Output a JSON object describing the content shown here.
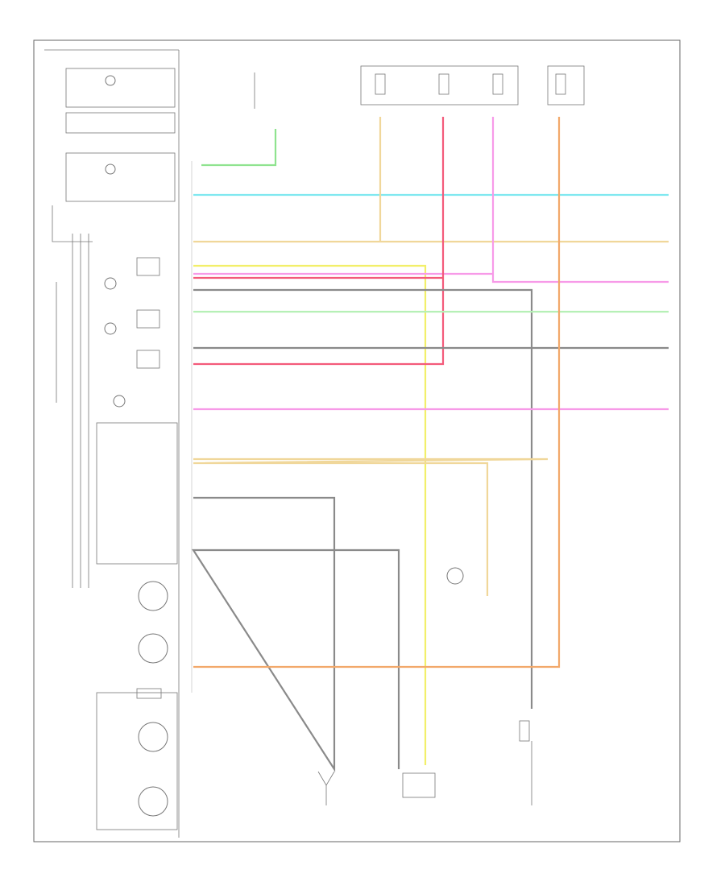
{
  "diagram": {
    "footer_label": "",
    "cluster_caption": ""
  },
  "colors": {
    "green": "#8fe38f",
    "cyan": "#7fe8f0",
    "tan": "#f0d79a",
    "yellow": "#f2ef6a",
    "pink": "#f79ae8",
    "red": "#f35a7a",
    "gray": "#8a8a8a",
    "orange": "#f2a86a",
    "lightgreen": "#b6f0b6"
  },
  "wires": [
    {
      "id": "w-green",
      "color": "green"
    },
    {
      "id": "w-cyan",
      "color": "cyan"
    },
    {
      "id": "w-tan",
      "color": "tan"
    },
    {
      "id": "w-yellow",
      "color": "yellow"
    },
    {
      "id": "w-pink1",
      "color": "pink"
    },
    {
      "id": "w-red",
      "color": "red"
    },
    {
      "id": "w-gray1",
      "color": "gray"
    },
    {
      "id": "w-lgreen",
      "color": "lightgreen"
    },
    {
      "id": "w-gray2",
      "color": "gray"
    },
    {
      "id": "w-pink2",
      "color": "pink"
    },
    {
      "id": "w-tan2",
      "color": "tan"
    },
    {
      "id": "w-gray3",
      "color": "gray"
    },
    {
      "id": "w-orange",
      "color": "orange"
    }
  ]
}
